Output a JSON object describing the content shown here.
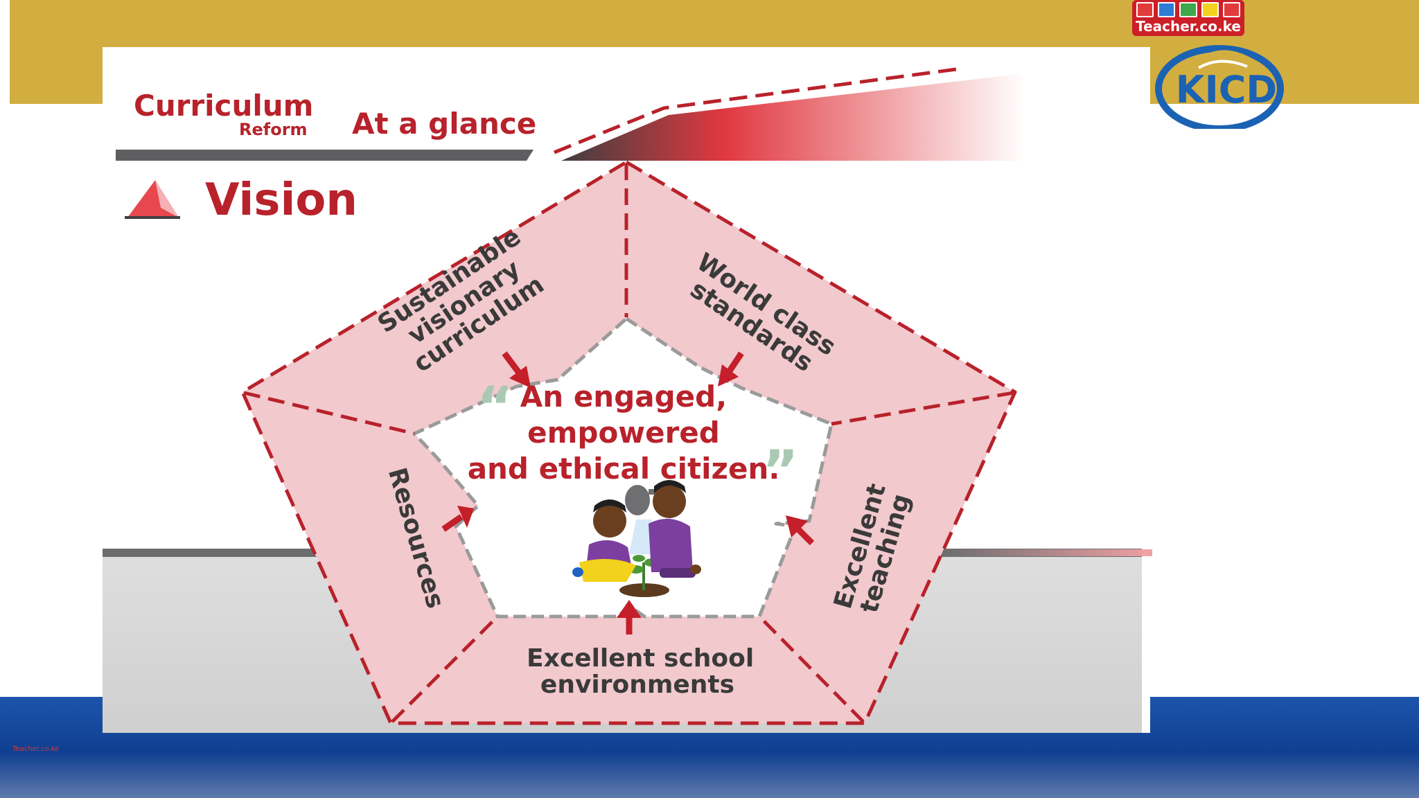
{
  "header": {
    "title": "Curriculum",
    "subtitle": "Reform",
    "tagline": "At a glance"
  },
  "section_title": "Vision",
  "diagram": {
    "segments": [
      {
        "id": "sustainable",
        "label": "Sustainable visionary curriculum"
      },
      {
        "id": "world",
        "label": "World class standards"
      },
      {
        "id": "teaching",
        "label": "Excellent teaching"
      },
      {
        "id": "environments",
        "label": "Excellent school environments"
      },
      {
        "id": "resources",
        "label": "Resources"
      }
    ],
    "vision_statement": {
      "line1": "An engaged,",
      "line2": "empowered",
      "line3": "and ethical citizen.",
      "open_quote": "“",
      "close_quote": "”"
    },
    "illustration": "two-children-watering-seedling"
  },
  "branding": {
    "badge": "Teacher.co.ke",
    "logo": "KICD",
    "footer_mark": "Teacher.co.ke"
  },
  "colors": {
    "accent_red": "#b8222b",
    "pentagon_fill": "#f2c9cd",
    "gold": "#d2ae41",
    "blue": "#0f3f91",
    "label_grey": "#3a3a3a"
  }
}
